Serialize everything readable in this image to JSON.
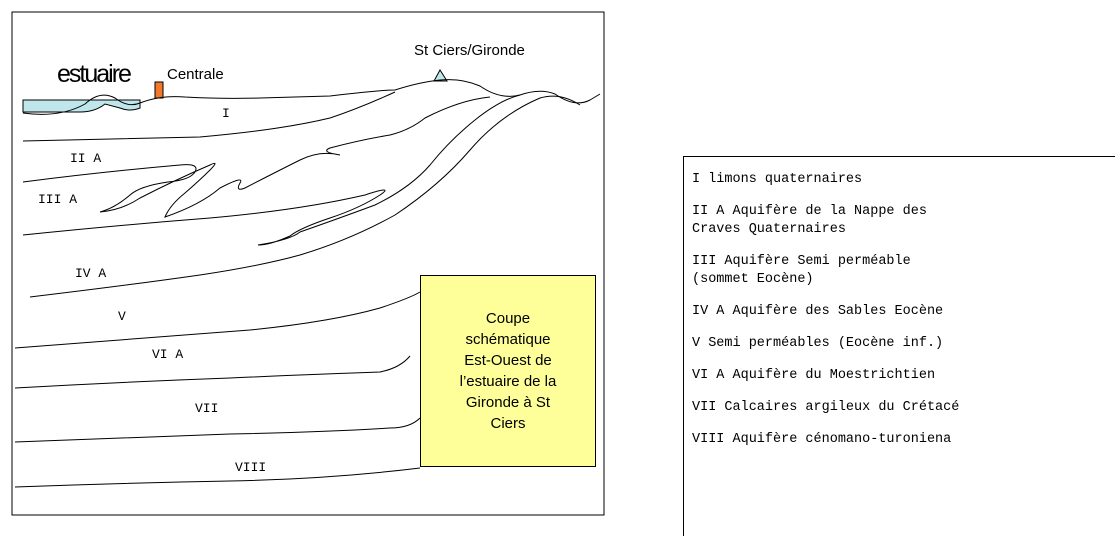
{
  "diagram": {
    "title_estuaire": "estuaire",
    "label_centrale": "Centrale",
    "label_st_ciers": "St Ciers/Gironde",
    "layers": {
      "l1": "I",
      "l2": "II A",
      "l3": "III A",
      "l4": "IV A",
      "l5": "V",
      "l6": "VI A",
      "l7": "VII",
      "l8": "VIII"
    },
    "colors": {
      "water": "#bfe6ea",
      "centrale": "#f07a2a",
      "marker": "#bfe6ea",
      "caption_bg": "#ffff99"
    }
  },
  "caption": {
    "text": "Coupe\nschématique\nEst-Ouest de\nl’estuaire de la\nGironde à St\nCiers"
  },
  "legend": {
    "items": [
      "I limons quaternaires",
      "II A Aquifère de la Nappe des\nCraves Quaternaires",
      "III Aquifère Semi perméable\n(sommet Eocène)",
      "IV A Aquifère des Sables Eocène",
      "V Semi perméables (Eocène inf.)",
      "VI A Aquifère du Moestrichtien",
      "VII Calcaires argileux du Crétacé",
      "VIII Aquifère cénomano-turoniena"
    ]
  }
}
